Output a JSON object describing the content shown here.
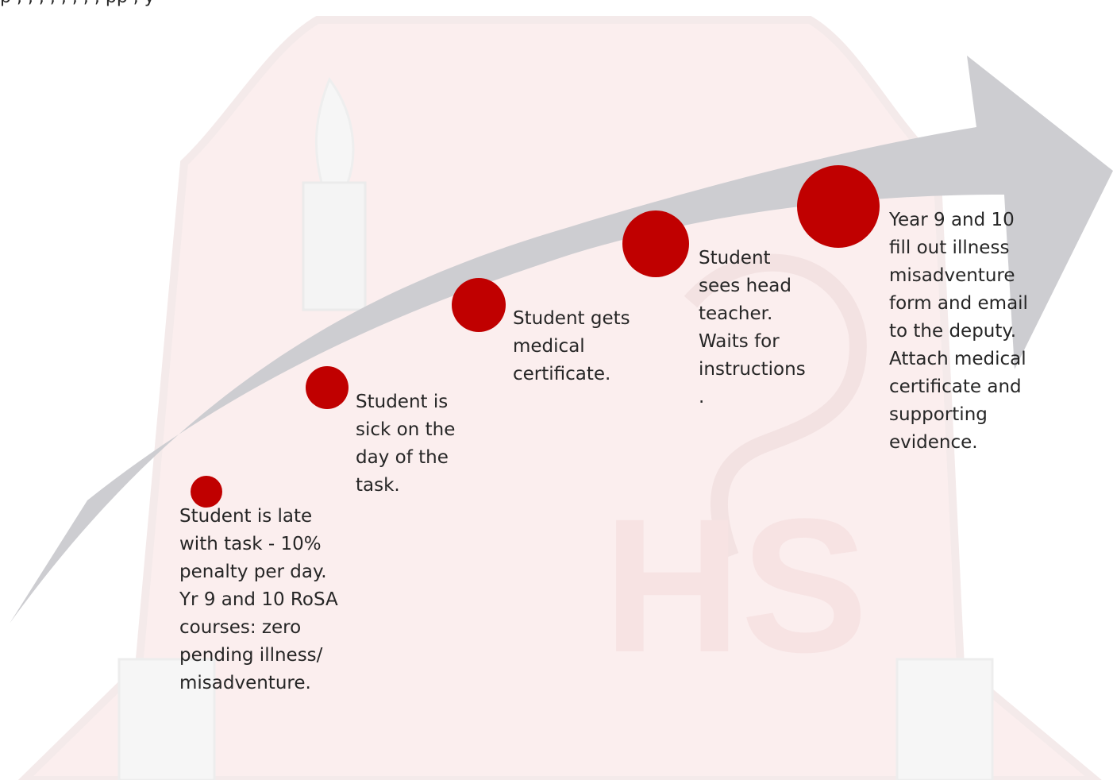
{
  "header": {
    "top_text": "p   ,  ,      ,         ,          ,                                 ,      ,       ,   pp             ,              y"
  },
  "watermark": {
    "letters": "HS",
    "fill_color": "#f9e6e6",
    "stroke_color": "#f2f2f2"
  },
  "timeline": {
    "arrow_color": "#cdcdd1",
    "dot_color": "#c00000",
    "steps": [
      {
        "text": "Student is late\nwith task - 10%\npenalty per day.\nYr 9 and 10 RoSA\ncourses: zero\npending illness/\nmisadventure."
      },
      {
        "text": "Student is\nsick on the\nday of the\ntask."
      },
      {
        "text": "Student gets\nmedical\ncertificate."
      },
      {
        "text": "Student\nsees head\nteacher.\nWaits for\ninstructions\n."
      },
      {
        "text": "Year 9 and 10\nfill out illness\nmisadventure\nform and email\nto the deputy.\nAttach medical\ncertificate and\nsupporting\nevidence."
      }
    ]
  }
}
